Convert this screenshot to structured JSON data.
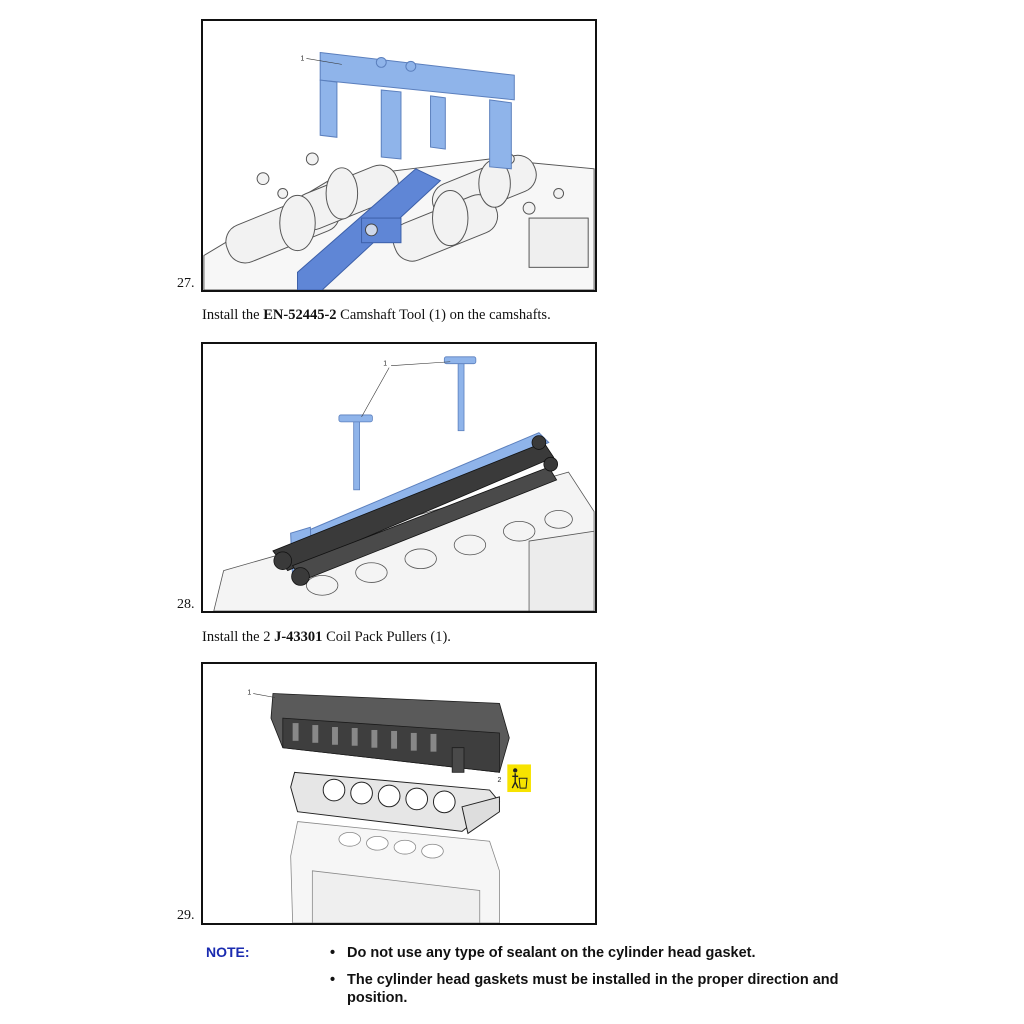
{
  "steps": [
    {
      "number": "27.",
      "caption": {
        "pre": "Install the ",
        "bold": "EN-52445-2",
        "post": " Camshaft Tool (1) on the camshafts."
      },
      "callouts": [
        "1"
      ]
    },
    {
      "number": "28.",
      "caption": {
        "pre": "Install the 2 ",
        "bold": "J-43301",
        "post": " Coil Pack Pullers (1)."
      },
      "callouts": [
        "1"
      ]
    },
    {
      "number": "29.",
      "callouts": [
        "1",
        "2"
      ]
    }
  ],
  "note": {
    "label": "NOTE:",
    "items": [
      "Do not use any type of sealant on the cylinder head gasket.",
      "The cylinder head gaskets must be installed in the proper direction and position."
    ]
  },
  "icons": {
    "warning_icon": "person-trash-disposal-icon"
  },
  "colors": {
    "tool_blue": "#8fb4ea",
    "note_blue": "#1a2bb0",
    "warning_yellow": "#f7e300"
  }
}
